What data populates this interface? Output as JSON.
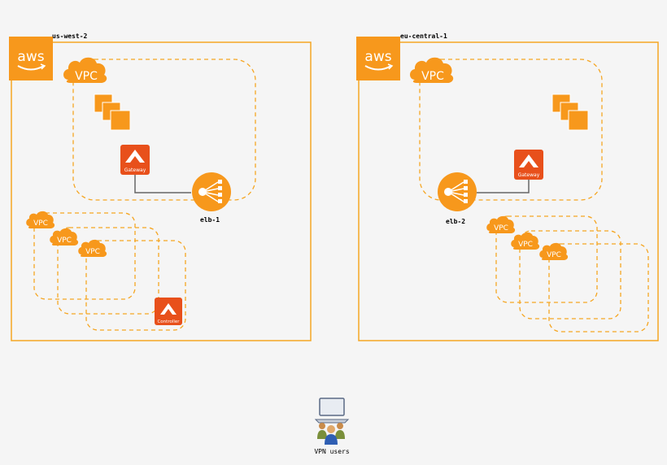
{
  "regions": [
    {
      "name": "us-west-2",
      "logo": "aws"
    },
    {
      "name": "eu-central-1",
      "logo": "aws"
    }
  ],
  "vpc_label": "VPC",
  "gateway_label": "Gateway",
  "controller_label": "Controller",
  "elb": [
    "elb-1",
    "elb-2"
  ],
  "vpn_users_label": "VPN users",
  "colors": {
    "aws_orange": "#f7981c",
    "region_border": "#f5a623",
    "dashed": "#f5a623",
    "gateway_red": "#e8501b",
    "connector": "#666666",
    "background": "#f5f5f5"
  }
}
